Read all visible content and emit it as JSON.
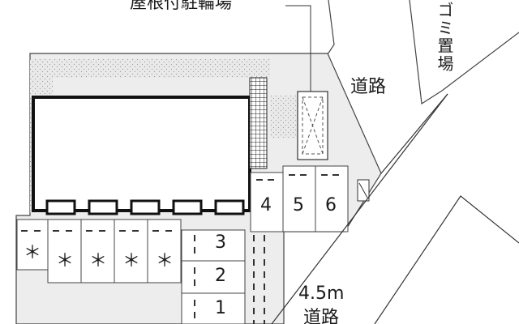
{
  "labels": {
    "covered_bicycle_parking": "屋根付駐輪場",
    "garbage_area": "ゴミ置場",
    "road_east": "道路",
    "road_width": "4.5m",
    "road_south": "道路"
  },
  "parking_upper": [
    "4",
    "5",
    "6"
  ],
  "parking_lower": [
    "3",
    "2",
    "1"
  ],
  "bike_slots": [
    "＊",
    "＊",
    "＊",
    "＊",
    "＊"
  ],
  "colors": {
    "lot_fill": "#ececec",
    "gravel_fill": "#e6e6e6",
    "building_outline": "#111111",
    "line": "#333333"
  }
}
